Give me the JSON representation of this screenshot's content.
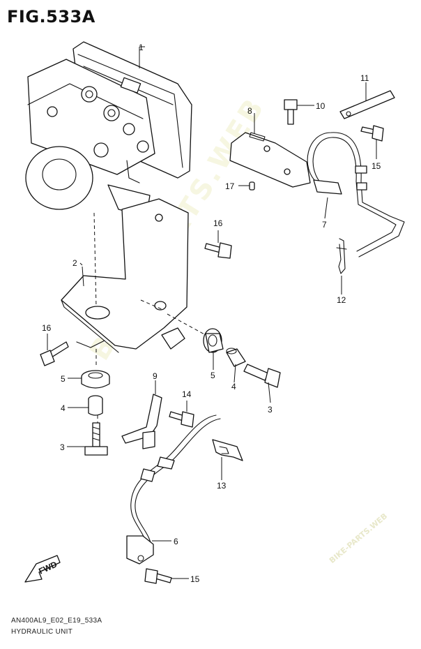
{
  "figure": {
    "title": "FIG.533A",
    "diagram_code": "AN400AL9_E02_E19_533A",
    "caption": "HYDRAULIC UNIT",
    "fwd_label": "FWD",
    "watermark": "BIKE-PARTS.WEB",
    "watermark_small": "BIKE-PARTS.WEB"
  },
  "callouts": [
    {
      "id": "1",
      "label": "1"
    },
    {
      "id": "2",
      "label": "2"
    },
    {
      "id": "3a",
      "label": "3"
    },
    {
      "id": "3b",
      "label": "3"
    },
    {
      "id": "4a",
      "label": "4"
    },
    {
      "id": "4b",
      "label": "4"
    },
    {
      "id": "5a",
      "label": "5"
    },
    {
      "id": "5b",
      "label": "5"
    },
    {
      "id": "6",
      "label": "6"
    },
    {
      "id": "7",
      "label": "7"
    },
    {
      "id": "8",
      "label": "8"
    },
    {
      "id": "9",
      "label": "9"
    },
    {
      "id": "10",
      "label": "10"
    },
    {
      "id": "11",
      "label": "11"
    },
    {
      "id": "12",
      "label": "12"
    },
    {
      "id": "13",
      "label": "13"
    },
    {
      "id": "14",
      "label": "14"
    },
    {
      "id": "15a",
      "label": "15"
    },
    {
      "id": "15b",
      "label": "15"
    },
    {
      "id": "16a",
      "label": "16"
    },
    {
      "id": "16b",
      "label": "16"
    },
    {
      "id": "17",
      "label": "17"
    }
  ]
}
